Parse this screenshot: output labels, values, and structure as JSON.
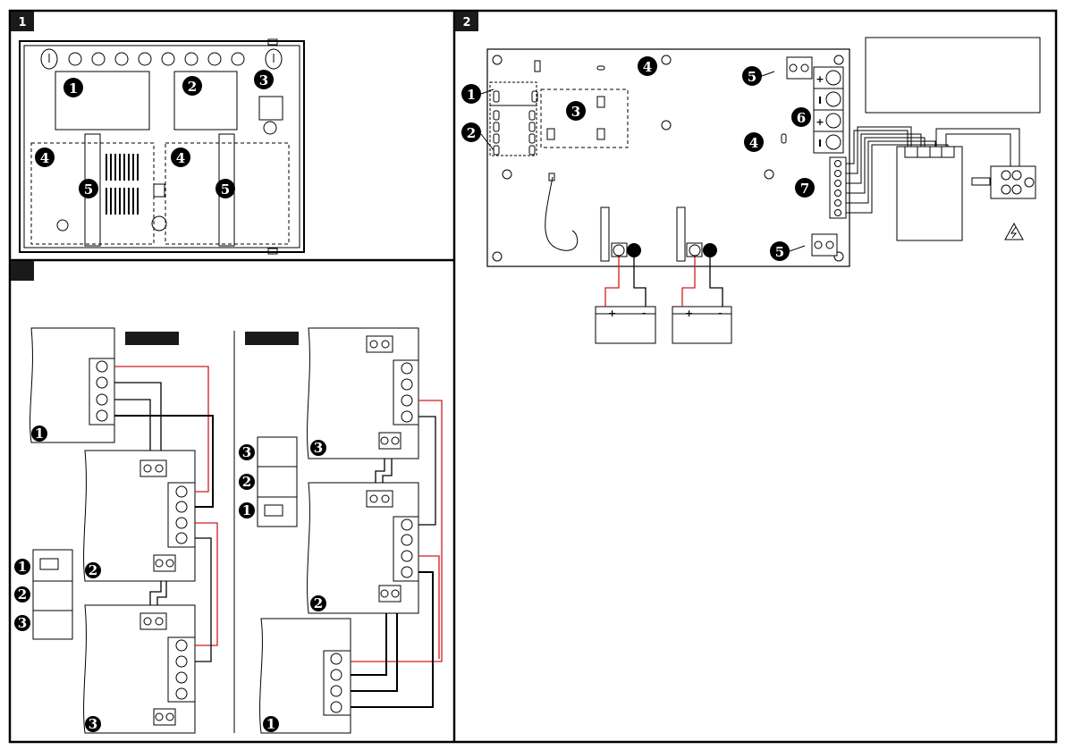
{
  "panels": {
    "panel1": {
      "label": "1"
    },
    "panel2": {
      "label": "2"
    },
    "panel3": {
      "label": ""
    }
  },
  "callouts": {
    "p1_1": "1",
    "p1_2": "2",
    "p1_3": "3",
    "p1_4a": "4",
    "p1_4b": "4",
    "p1_5a": "5",
    "p1_5b": "5",
    "p2_1": "1",
    "p2_2": "2",
    "p2_3": "3",
    "p2_4a": "4",
    "p2_4b": "4",
    "p2_5a": "5",
    "p2_5b": "5",
    "p2_6": "6",
    "p2_7": "7",
    "p3_1a": "1",
    "p3_2a": "2",
    "p3_3a": "3",
    "p3_seq1a": "1",
    "p3_seq2a": "2",
    "p3_seq3a": "3",
    "p3_1b": "1",
    "p3_2b": "2",
    "p3_3b": "3",
    "p3_seq1b": "1",
    "p3_seq2b": "2",
    "p3_seq3b": "3"
  },
  "terminals": {
    "plus": "+",
    "minus": "-",
    "bar": "I"
  },
  "colors": {
    "line": "#000000",
    "red_wire": "#d01c1c",
    "label_bg": "#1a1a1a"
  }
}
